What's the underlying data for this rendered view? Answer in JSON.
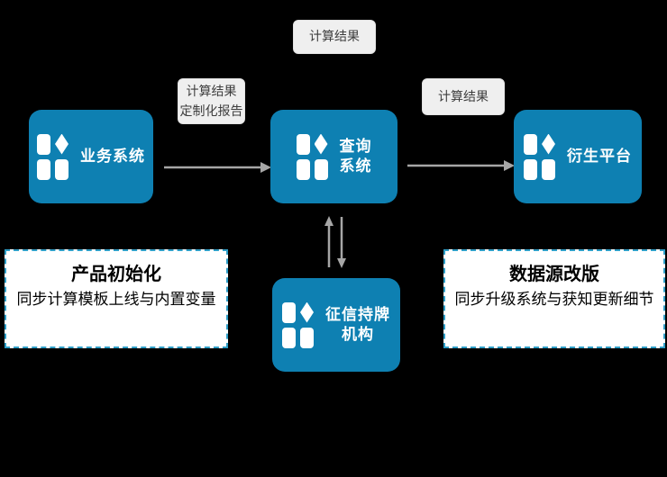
{
  "colors": {
    "canvas_bg": "#000000",
    "node_blue": "#0E80B2",
    "node_text": "#FFFFFF",
    "arrow": "#A6A6A6",
    "edge_label_bg": "#EFEFEF",
    "edge_label_text": "#3D3D3D",
    "dashed_border": "#2E9EC7",
    "note_bg": "#FFFFFF",
    "note_text": "#000000"
  },
  "nodes": {
    "business": {
      "label": "业务系统",
      "icon": "grid-diamond-icon"
    },
    "query": {
      "label_line1": "查询",
      "label_line2": "系统",
      "icon": "grid-diamond-icon"
    },
    "derivative": {
      "label": "衍生平台",
      "icon": "grid-diamond-icon"
    },
    "credit": {
      "label_line1": "征信持牌",
      "label_line2": "机构",
      "icon": "grid-diamond-icon"
    }
  },
  "edge_labels": {
    "top": "计算结果",
    "left_line1": "计算结果",
    "left_line2": "定制化报告",
    "right": "计算结果"
  },
  "notes": {
    "left": {
      "title": "产品初始化",
      "subtitle": "同步计算模板上线与内置变量"
    },
    "right": {
      "title": "数据源改版",
      "subtitle": "同步升级系统与获知更新细节"
    }
  }
}
